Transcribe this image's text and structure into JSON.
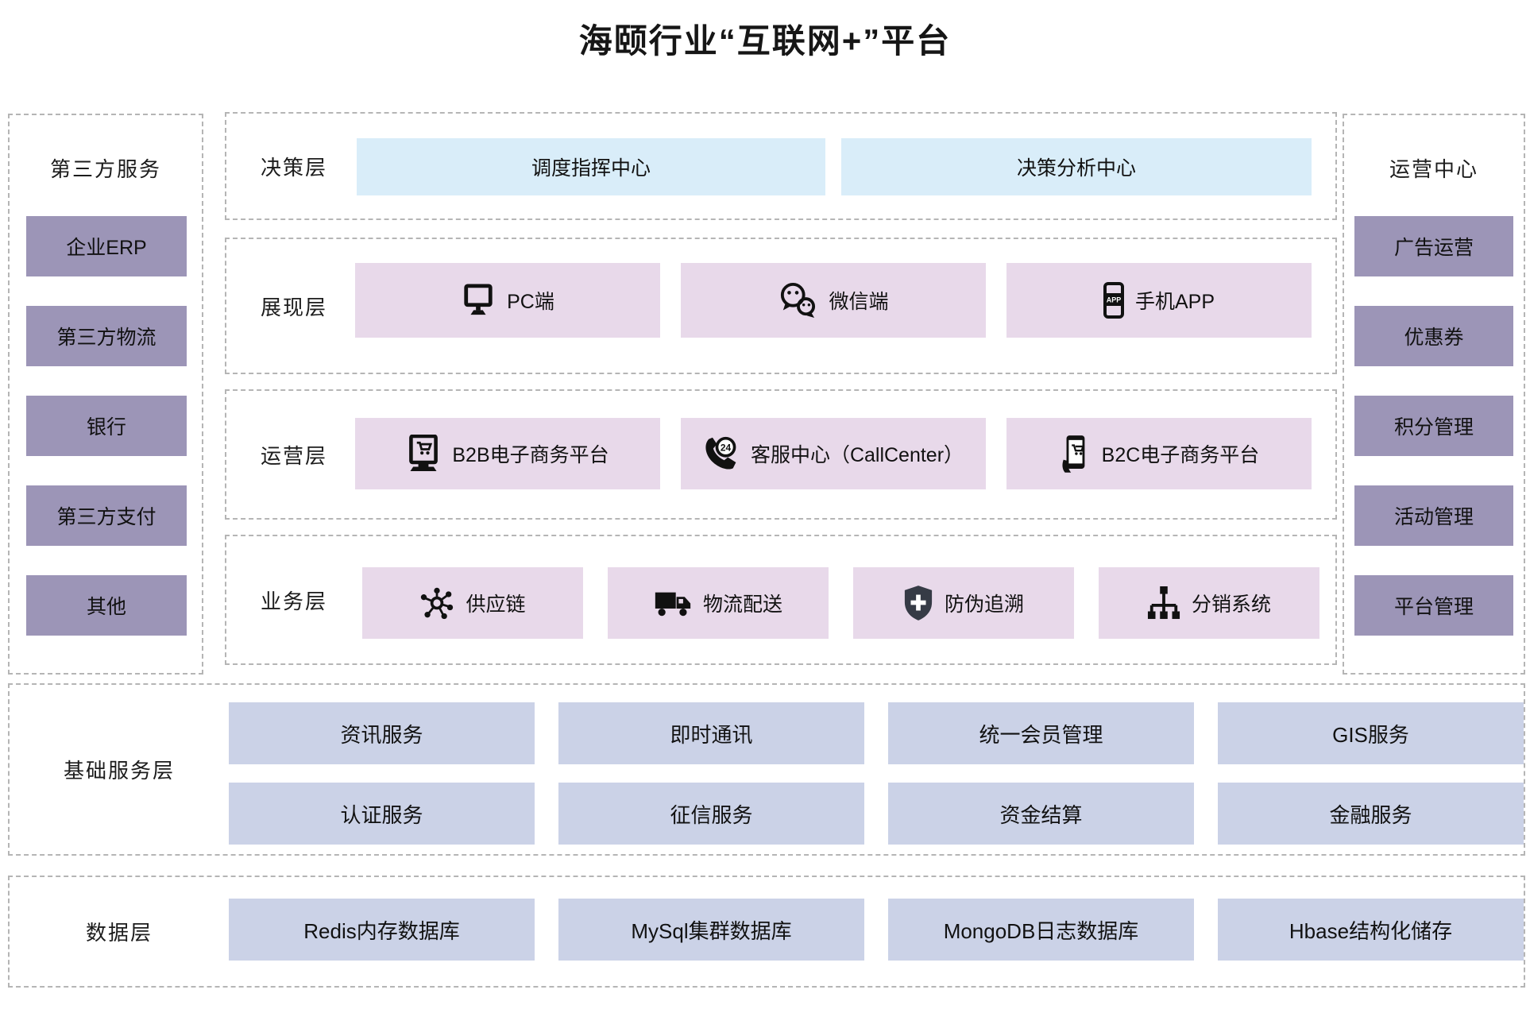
{
  "title": "海颐行业“互联网+”平台",
  "left_panel": {
    "title": "第三方服务",
    "items": [
      "企业ERP",
      "第三方物流",
      "银行",
      "第三方支付",
      "其他"
    ]
  },
  "right_panel": {
    "title": "运营中心",
    "items": [
      "广告运营",
      "优惠券",
      "积分管理",
      "活动管理",
      "平台管理"
    ]
  },
  "decision": {
    "label": "决策层",
    "items": [
      "调度指挥中心",
      "决策分析中心"
    ]
  },
  "presentation": {
    "label": "展现层",
    "items": [
      {
        "label": "PC端",
        "icon": "pc-monitor-icon"
      },
      {
        "label": "微信端",
        "icon": "wechat-icon"
      },
      {
        "label": "手机APP",
        "icon": "mobile-app-icon"
      }
    ]
  },
  "operation": {
    "label": "运营层",
    "items": [
      {
        "label": "B2B电子商务平台",
        "icon": "b2b-ecommerce-icon"
      },
      {
        "label": "客服中心（CallCenter）",
        "icon": "callcenter-phone-icon"
      },
      {
        "label": "B2C电子商务平台",
        "icon": "b2c-mobile-shopping-icon"
      }
    ]
  },
  "business": {
    "label": "业务层",
    "items": [
      {
        "label": "供应链",
        "icon": "supply-chain-network-icon"
      },
      {
        "label": "物流配送",
        "icon": "logistics-truck-icon"
      },
      {
        "label": "防伪追溯",
        "icon": "anti-counterfeit-shield-icon"
      },
      {
        "label": "分销系统",
        "icon": "distribution-tree-icon"
      }
    ]
  },
  "base_services": {
    "label": "基础服务层",
    "rows": [
      [
        "资讯服务",
        "即时通讯",
        "统一会员管理",
        "GIS服务"
      ],
      [
        "认证服务",
        "征信服务",
        "资金结算",
        "金融服务"
      ]
    ]
  },
  "data_layer": {
    "label": "数据层",
    "items": [
      "Redis内存数据库",
      "MySql集群数据库",
      "MongoDB日志数据库",
      "Hbase结构化储存"
    ]
  },
  "icon_glyphs": {
    "app": "APP",
    "callcenter_badge": "24"
  },
  "colors": {
    "sidebar_box": "#9c95b7",
    "decision_box": "#d9edf9",
    "middle_box": "#e8d9ea",
    "bottom_box": "#cbd2e7",
    "dashed_border": "#b5b5b5",
    "shield": "#363b46",
    "text": "#111111"
  }
}
